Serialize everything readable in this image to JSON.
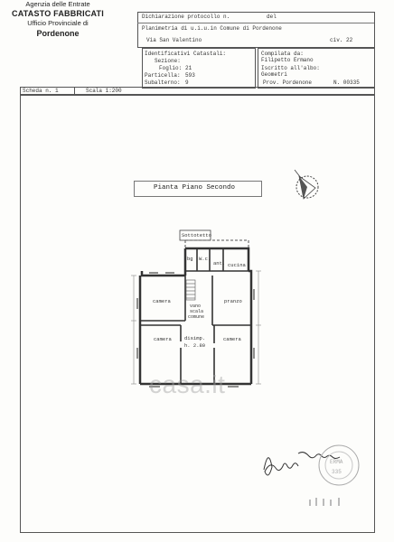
{
  "agency": {
    "line1": "Agenzia delle Entrate",
    "line2": "CATASTO FABBRICATI",
    "line3": "Ufficio Provinciale di",
    "line4": "Pordenone"
  },
  "header": {
    "dichiarazione_label": "Dichiarazione protocollo n.",
    "del_label": "del",
    "planimetria_label": "Planimetria di u.i.u.in Comune di Pordenone",
    "via": "Via San Valentino",
    "civ": "civ. 22"
  },
  "identificativi": {
    "title": "Identificativi Catastali:",
    "sezione_label": "Sezione:",
    "foglio_label": "Foglio:",
    "foglio_value": "21",
    "particella_label": "Particella:",
    "particella_value": "593",
    "subalterno_label": "Subalterno:",
    "subalterno_value": "9"
  },
  "compilata": {
    "title": "Compilata da:",
    "name": "Filipetto Ermano",
    "iscritto_label": "Iscritto all'albo:",
    "albo": "Geometri",
    "prov_label": "Prov. Pordenone",
    "numero": "N. 00335"
  },
  "scheda": {
    "label": "Scheda n. 1",
    "scala": "Scala 1:200"
  },
  "plan": {
    "title": "Pianta Piano Secondo",
    "rooms": {
      "sottotetto": "Sottotetto",
      "bagno": "bg",
      "wc": "W.c.",
      "ant": "ant.",
      "cucina": "cucina",
      "camera_top": "camera",
      "pranzo": "pranzo",
      "vano_scala_1": "vano",
      "vano_scala_2": "scala",
      "vano_scala_3": "comune",
      "camera_bl": "camera",
      "camera_br": "camera",
      "disimp": "disimp.",
      "altezza": "h. 2.80"
    }
  },
  "watermark": "casa.it"
}
